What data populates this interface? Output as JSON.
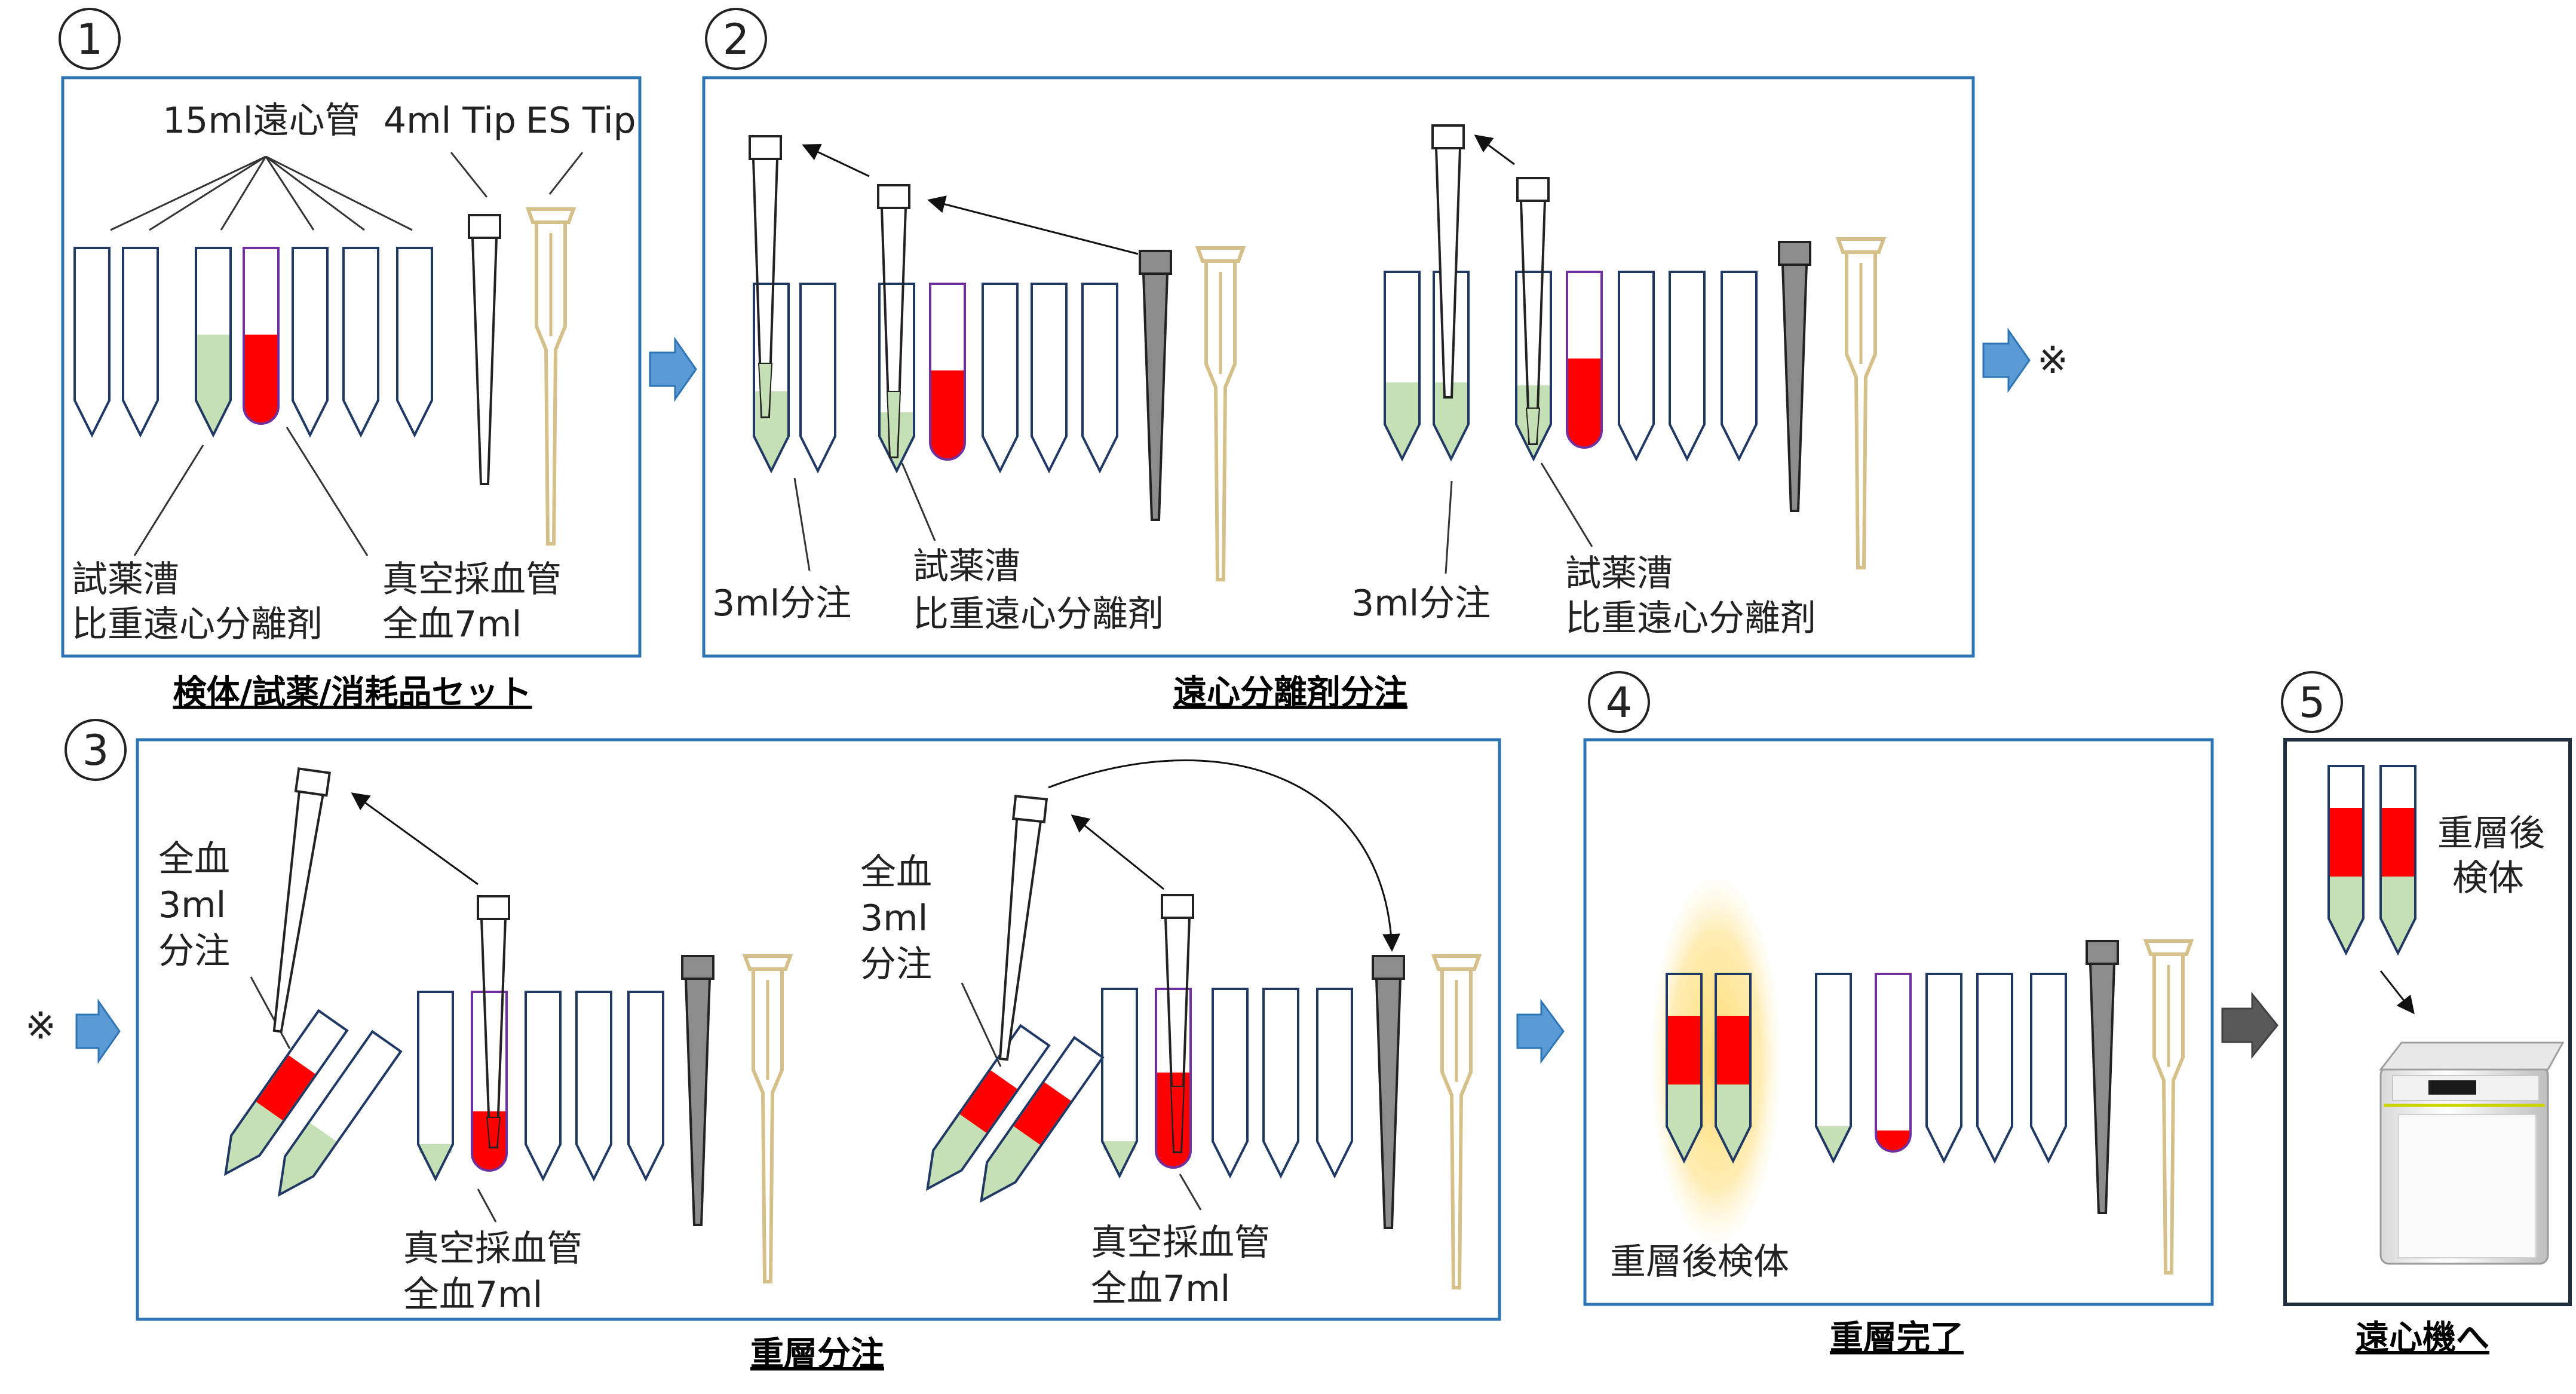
{
  "steps": [
    {
      "number": "①",
      "title": "検体/試薬/消耗品セット"
    },
    {
      "number": "②",
      "title": "遠心分離剤分注"
    },
    {
      "number": "③",
      "title": "重層分注"
    },
    {
      "number": "④",
      "title": "重層完了"
    },
    {
      "number": "⑤",
      "title": "遠心機へ"
    }
  ],
  "labels": {
    "tube15": "15ml遠心管",
    "tip4": "4ml Tip",
    "tipES": "ES Tip",
    "reagent_line1": "試薬漕",
    "reagent_line2": "比重遠心分離剤",
    "vacuum_line1": "真空採血管",
    "vacuum_line2": "全血7ml",
    "dispense3": "3ml分注",
    "whole_line1": "全血",
    "whole_line2": "3ml",
    "whole_line3": "分注",
    "layered_sample": "重層後検体",
    "layered_line1": "重層後",
    "layered_line2": "検体",
    "continuation": "※"
  },
  "colors": {
    "panel_border": "#2e75b6",
    "panel5_border": "#1f2d3d",
    "tube_outline": "#203864",
    "separation_agent": "#c5e0b4",
    "blood": "#ff0000",
    "blood_tube_outline": "#7030a0",
    "tip_gray": "#8c8c8c",
    "es_tip": "#d6c08a",
    "flow_arrow": "#5b9bd5",
    "to_centrifuge_arrow": "#595959",
    "highlight_glow": "#ffd966"
  }
}
